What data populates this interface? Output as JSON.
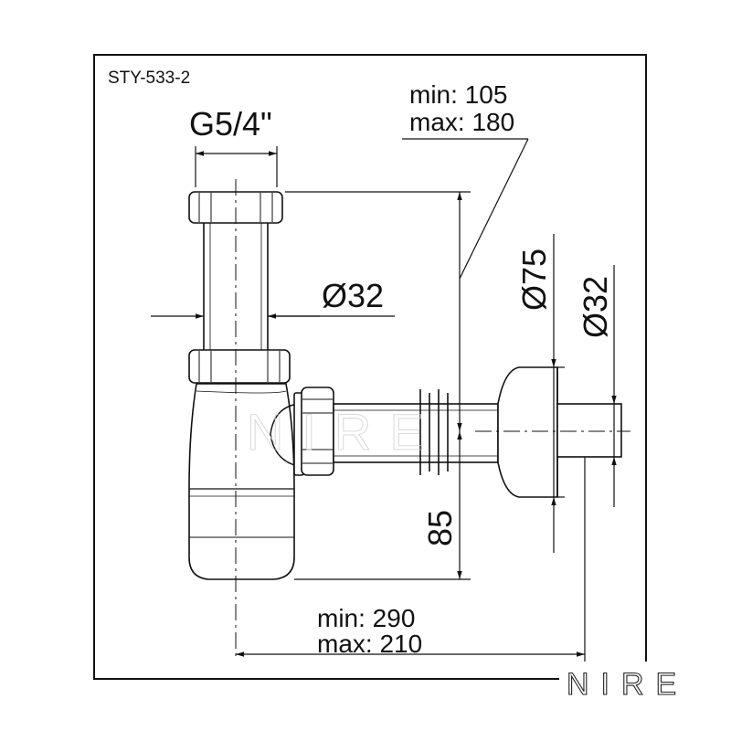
{
  "drawing": {
    "code": "STY-533-2",
    "thread": "G5/4\"",
    "height_range": {
      "min": "min: 105",
      "max": "max: 180"
    },
    "pipe_diameter": "Ø32",
    "rosette_diameter": "Ø75",
    "outlet_diameter": "Ø32",
    "trap_height": "85",
    "length_range": {
      "min": "min:  290",
      "max": "max: 210"
    }
  },
  "watermark": {
    "brand": "NIRE"
  }
}
